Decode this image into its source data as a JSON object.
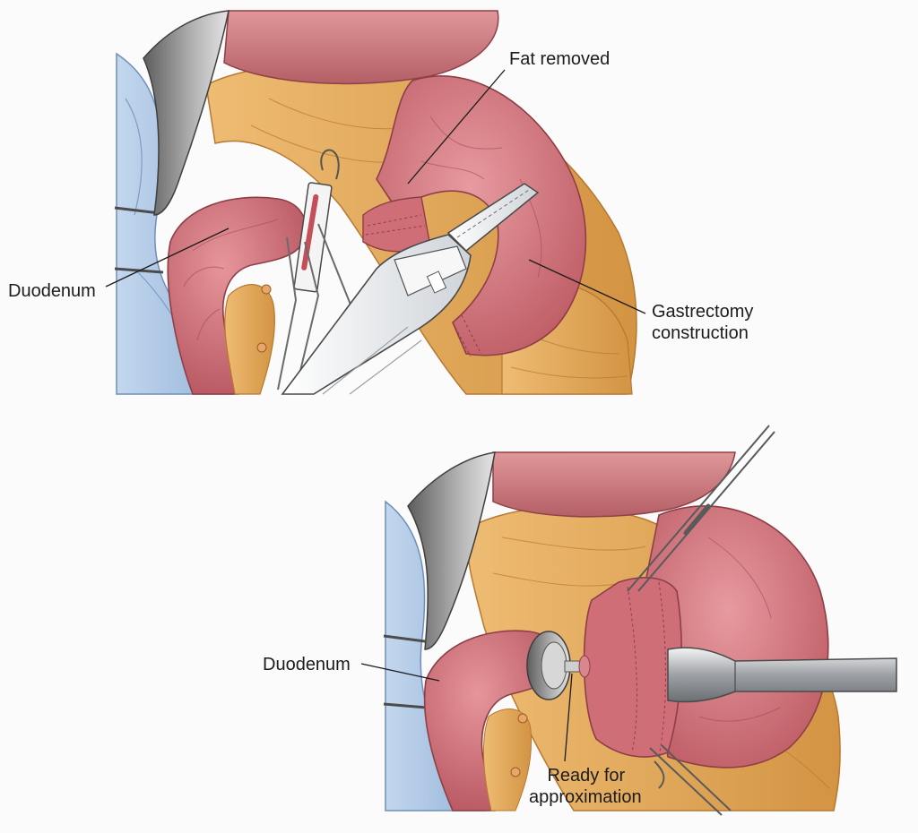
{
  "labels": {
    "fat_removed": "Fat removed",
    "duodenum_top": "Duodenum",
    "gastrectomy_line1": "Gastrectomy",
    "gastrectomy_line2": "construction",
    "duodenum_bottom": "Duodenum",
    "ready_line1": "Ready for",
    "ready_line2": "approximation"
  },
  "colors": {
    "drape": "#a9c4e3",
    "retractor": "#8c8c8c",
    "liver": "#c9757a",
    "stomach": "#d27a80",
    "fat": "#e2a95c",
    "instrument": "#e6e9ec"
  }
}
